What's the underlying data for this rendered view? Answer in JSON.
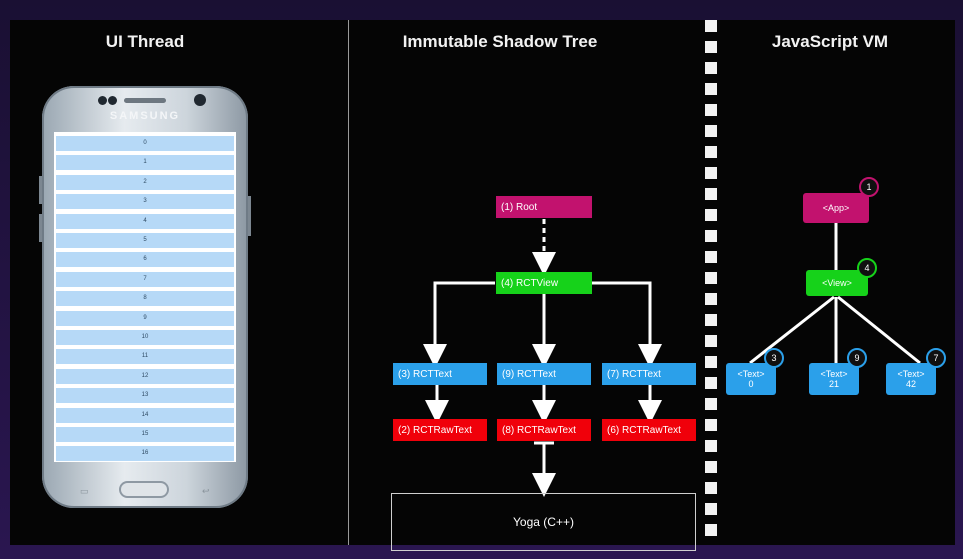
{
  "columns": {
    "ui_thread": "UI Thread",
    "shadow_tree": "Immutable  Shadow Tree",
    "js_vm": "JavaScript VM"
  },
  "phone": {
    "brand": "SAMSUNG",
    "list_rows": [
      "0",
      "1",
      "2",
      "3",
      "4",
      "5",
      "6",
      "7",
      "8",
      "9",
      "10",
      "11",
      "12",
      "13",
      "14",
      "15",
      "16"
    ]
  },
  "shadow_tree": {
    "root": "(1) Root",
    "view": "(4) RCTView",
    "texts": [
      "(3) RCTText",
      "(9) RCTText",
      "(7) RCTText"
    ],
    "raw_texts": [
      "(2) RCTRawText",
      "(8) RCTRawText",
      "(6) RCTRawText"
    ],
    "yoga": "Yoga (C++)"
  },
  "js_vm": {
    "app": {
      "label": "<App>",
      "badge": "1"
    },
    "view": {
      "label": "<View>",
      "badge": "4"
    },
    "texts": [
      {
        "label": "<Text>",
        "value": "0",
        "badge": "3"
      },
      {
        "label": "<Text>",
        "value": "21",
        "badge": "9"
      },
      {
        "label": "<Text>",
        "value": "42",
        "badge": "7"
      }
    ]
  },
  "colors": {
    "root": "#c2126e",
    "view": "#16d21a",
    "text": "#2ba0ea",
    "raw_text": "#f0000a"
  }
}
